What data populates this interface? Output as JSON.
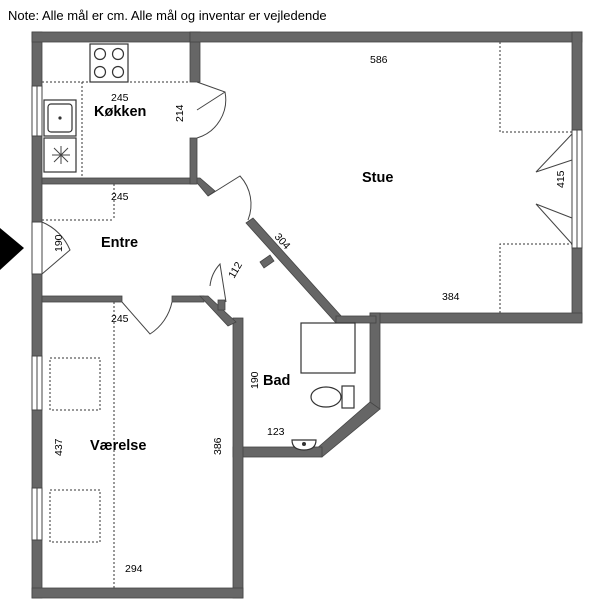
{
  "note": "Note: Alle mål er cm. Alle mål og inventar er vejledende",
  "rooms": {
    "kokken": "Køkken",
    "stue": "Stue",
    "entre": "Entre",
    "bad": "Bad",
    "vaerelse": "Værelse"
  },
  "dimensions": {
    "kitchen_width": "245",
    "kitchen_depth": "214",
    "stue_top": "586",
    "stue_side": "415",
    "stue_bottom": "384",
    "entre_top": "245",
    "entre_door": "190",
    "entre_diag": "304",
    "entre_small": "112",
    "entre_bottom": "245",
    "bad_height": "190",
    "bad_width": "123",
    "vaerelse_left": "437",
    "vaerelse_right": "386",
    "vaerelse_bottom": "294"
  },
  "entrance_marker_color": "#000000",
  "wall_color": "#666666"
}
